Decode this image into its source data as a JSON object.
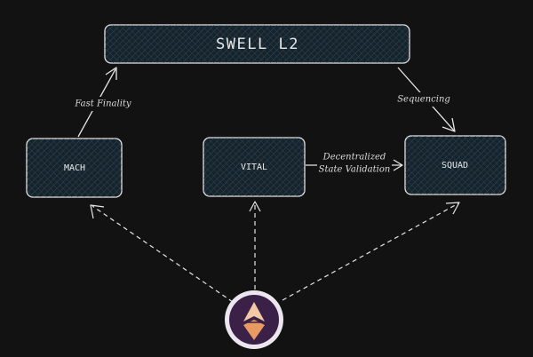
{
  "colors": {
    "background": "#121212",
    "stroke": "#e6e6e6",
    "box_fill": "#16232b",
    "hatch": "#2c4654",
    "logo_ring": "#ece6ef",
    "logo_bg": "#3b2147",
    "logo_top": "#f2c9a6",
    "logo_bottom": "#e79a62"
  },
  "nodes": {
    "swell": {
      "label": "SWELL L2"
    },
    "mach": {
      "label": "MACH"
    },
    "vital": {
      "label": "VITAL"
    },
    "squad": {
      "label": "SQUAD"
    }
  },
  "edges": {
    "mach_to_swell": {
      "label": "Fast Finality"
    },
    "swell_to_squad": {
      "label": "Sequencing"
    },
    "vital_to_squad": {
      "line1": "Decentralized",
      "line2": "State Validation"
    }
  },
  "logo": {
    "icon": "swell-logo-icon"
  }
}
